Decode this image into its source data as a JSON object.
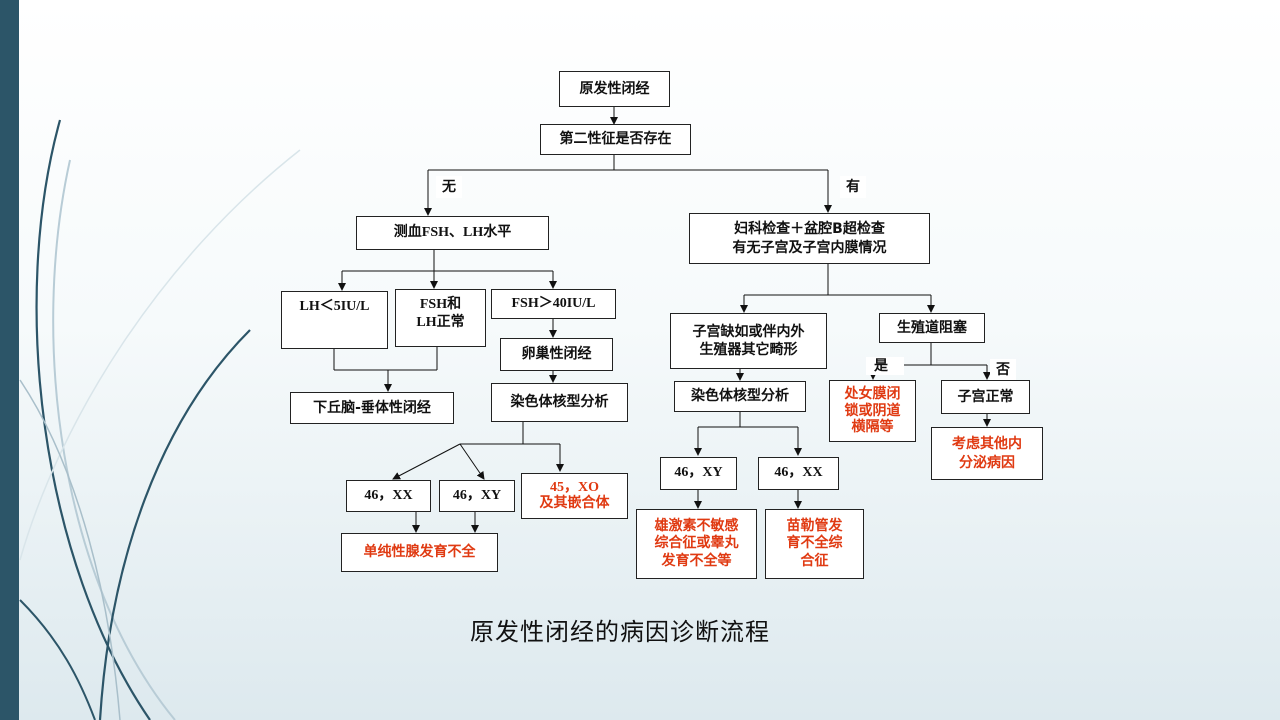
{
  "caption": "原发性闭经的病因诊断流程",
  "nodes": {
    "root": "原发性闭经",
    "secondary_sex": "第二性征是否存在",
    "measure": "测血FSH、LH水平",
    "gyn_exam": "妇科检查＋盆腔B超检查\n有无子宫及子宫内膜情况",
    "lh_low": "LH＜5IU/L",
    "fsh_lh_normal": "FSH和\nLH正常",
    "fsh_high": "FSH＞40IU/L",
    "hypothalamic": "下丘脑-垂体性闭经",
    "ovarian": "卵巢性闭经",
    "karyotype_left": "染色体核型分析",
    "xx_left": "46，XX",
    "xy_left": "46，XY",
    "xo": "45，XO\n及其嵌合体",
    "gonadal_dysgenesis": "单纯性腺发育不全",
    "uterus_absent": "子宫缺如或伴内外\n生殖器其它畸形",
    "tract_obstruction": "生殖道阻塞",
    "karyotype_right": "染色体核型分析",
    "xy_right": "46，XY",
    "xx_right": "46，XX",
    "androgen_insensitivity": "雄激素不敏感\n综合征或睾丸\n发育不全等",
    "mullerian": "苗勒管发\n育不全综\n合征",
    "hymen": "处女膜闭\n锁或阴道\n横隔等",
    "uterus_normal": "子宫正常",
    "other_endocrine": "考虑其他内\n分泌病因"
  },
  "branch_labels": {
    "absent": "无",
    "present": "有",
    "yes": "是",
    "no": "否"
  },
  "colors": {
    "accent_red": "#e03a12",
    "sidebar": "#2c5568"
  }
}
